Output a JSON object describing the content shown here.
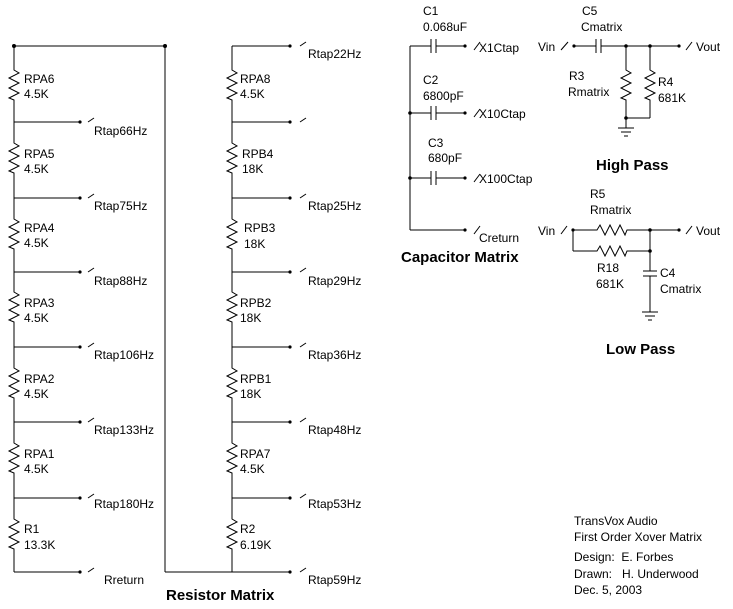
{
  "resistor_matrix": {
    "title": "Resistor Matrix",
    "left_column": [
      {
        "ref": "RPA6",
        "value": "4.5K",
        "tap": "Rtap66Hz"
      },
      {
        "ref": "RPA5",
        "value": "4.5K",
        "tap": "Rtap75Hz"
      },
      {
        "ref": "RPA4",
        "value": "4.5K",
        "tap": "Rtap88Hz"
      },
      {
        "ref": "RPA3",
        "value": "4.5K",
        "tap": "Rtap106Hz"
      },
      {
        "ref": "RPA2",
        "value": "4.5K",
        "tap": "Rtap133Hz"
      },
      {
        "ref": "RPA1",
        "value": "4.5K",
        "tap": "Rtap180Hz"
      },
      {
        "ref": "R1",
        "value": "13.3K",
        "tap": "Rreturn"
      }
    ],
    "right_column_top_tap": "Rtap22Hz",
    "right_column": [
      {
        "ref": "RPA8",
        "value": "4.5K",
        "tap": "Rtap25Hz"
      },
      {
        "ref": "RPB4",
        "value": "18K",
        "tap": "Rtap29Hz"
      },
      {
        "ref": "RPB3",
        "value": "18K",
        "tap": "Rtap36Hz"
      },
      {
        "ref": "RPB2",
        "value": "18K",
        "tap": "Rtap48Hz"
      },
      {
        "ref": "RPB1",
        "value": "18K",
        "tap": "Rtap53Hz"
      },
      {
        "ref": "RPA7",
        "value": "4.5K",
        "tap": "Rtap59Hz"
      },
      {
        "ref": "R2",
        "value": "6.19K",
        "tap": ""
      }
    ]
  },
  "capacitor_matrix": {
    "title": "Capacitor Matrix",
    "capacitors": [
      {
        "ref": "C1",
        "value": "0.068uF",
        "tap": "X1Ctap"
      },
      {
        "ref": "C2",
        "value": "6800pF",
        "tap": "X10Ctap"
      },
      {
        "ref": "C3",
        "value": "680pF",
        "tap": "X100Ctap"
      }
    ],
    "return": "Creturn"
  },
  "high_pass": {
    "title": "High Pass",
    "vin": "Vin",
    "vout": "Vout",
    "cap": {
      "ref": "C5",
      "value": "Cmatrix"
    },
    "r_a": {
      "ref": "R3",
      "value": "Rmatrix"
    },
    "r_b": {
      "ref": "R4",
      "value": "681K"
    }
  },
  "low_pass": {
    "title": "Low Pass",
    "vin": "Vin",
    "vout": "Vout",
    "r_a": {
      "ref": "R5",
      "value": "Rmatrix"
    },
    "r_b": {
      "ref": "R18",
      "value": "681K"
    },
    "cap": {
      "ref": "C4",
      "value": "Cmatrix"
    }
  },
  "title_block": {
    "company": "TransVox Audio",
    "drawing": "First Order Xover Matrix",
    "design": "Design:  E. Forbes",
    "drawn": "Drawn:   H. Underwood",
    "date": "Dec. 5, 2003"
  }
}
